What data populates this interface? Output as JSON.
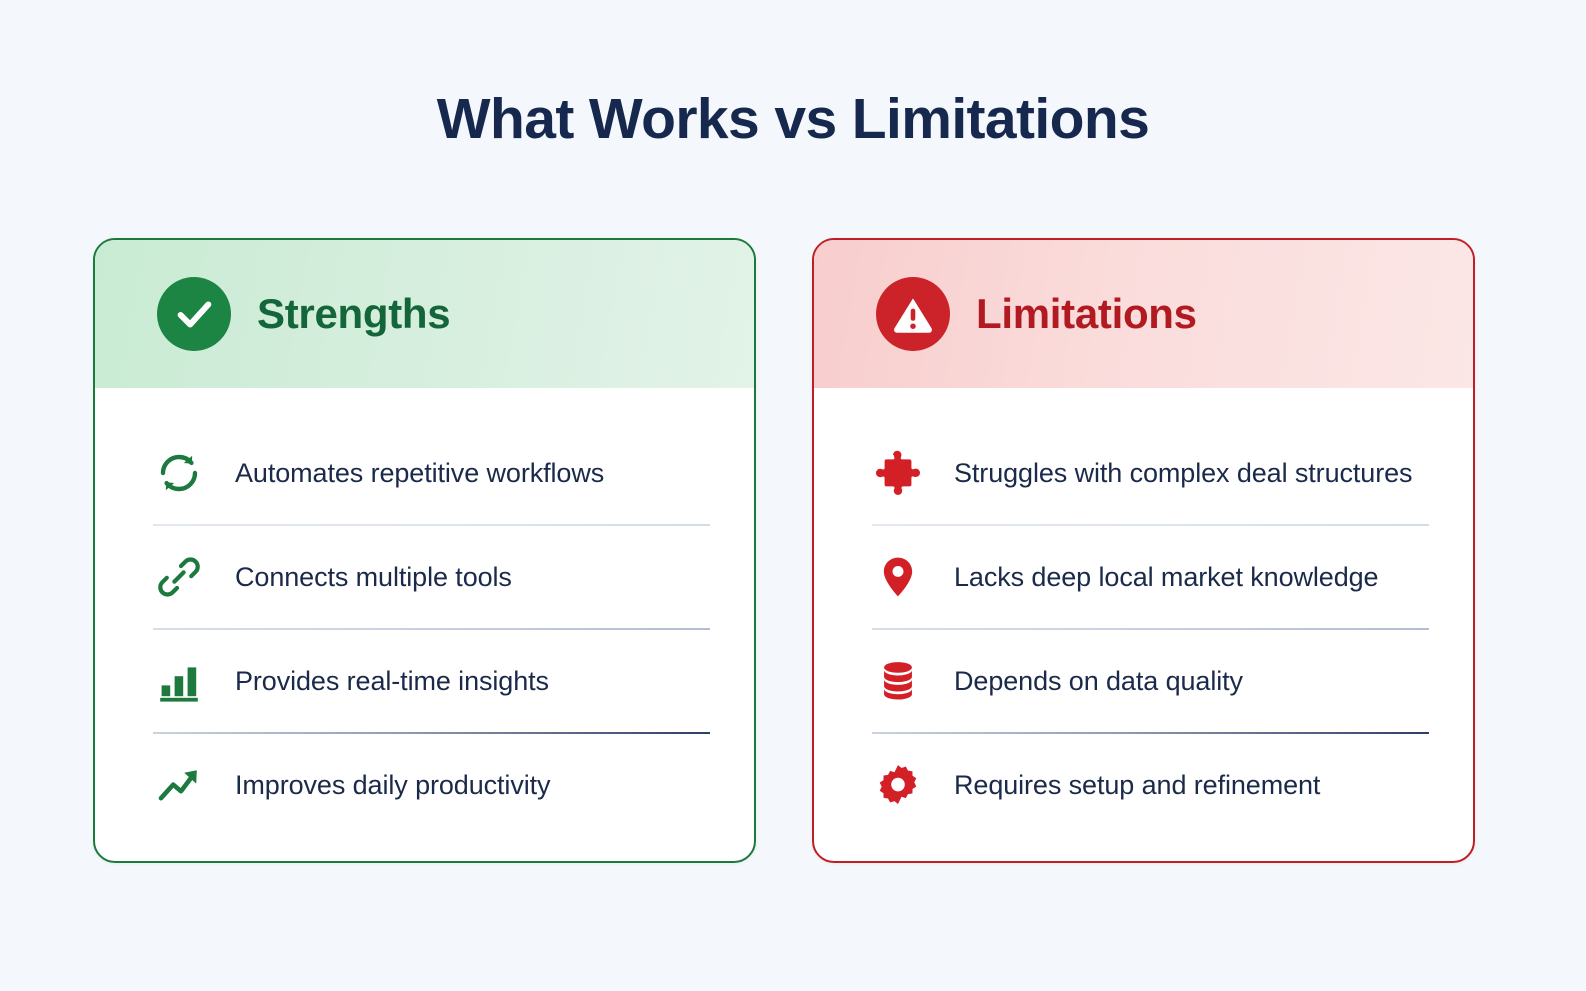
{
  "page": {
    "title": "What Works vs Limitations",
    "background_color": "#f4f7fb",
    "title_color": "#16284d"
  },
  "cards": [
    {
      "id": "strengths",
      "title": "Strengths",
      "badge_icon": "check-circle-icon",
      "accent_color": "#1a7a3c",
      "badge_color": "#1d8543",
      "title_color": "#14663a",
      "header_gradient_from": "#c9ebd3",
      "header_gradient_to": "#e2f3e8",
      "items": [
        {
          "icon": "refresh-sync-icon",
          "label": "Automates repetitive workflows"
        },
        {
          "icon": "link-chain-icon",
          "label": "Connects multiple tools"
        },
        {
          "icon": "bar-chart-icon",
          "label": "Provides real-time insights"
        },
        {
          "icon": "trending-up-arrow-icon",
          "label": "Improves daily productivity"
        }
      ]
    },
    {
      "id": "limitations",
      "title": "Limitations",
      "badge_icon": "alert-triangle-circle-icon",
      "accent_color": "#bf1f24",
      "badge_color": "#cc2229",
      "title_color": "#b01a20",
      "header_gradient_from": "#f8cdcd",
      "header_gradient_to": "#fbe7e6",
      "items": [
        {
          "icon": "puzzle-piece-icon",
          "label": "Struggles with complex deal structures"
        },
        {
          "icon": "map-pin-icon",
          "label": "Lacks deep local market knowledge"
        },
        {
          "icon": "database-icon",
          "label": "Depends on data quality"
        },
        {
          "icon": "gear-icon",
          "label": "Requires setup and refinement"
        }
      ]
    }
  ]
}
